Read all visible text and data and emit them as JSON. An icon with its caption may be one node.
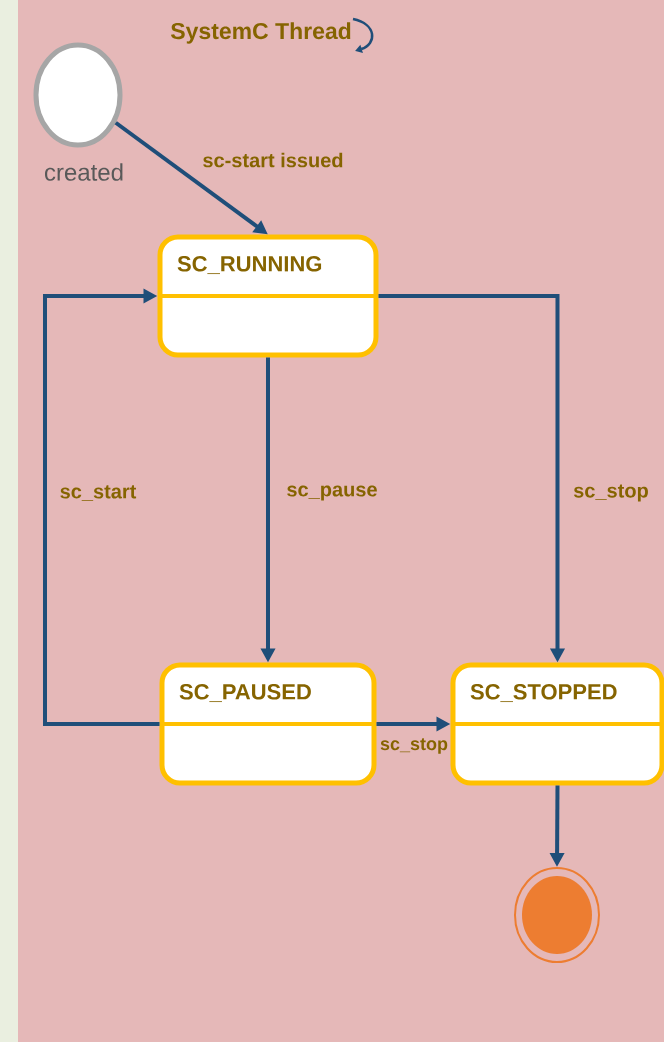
{
  "diagram": {
    "title": "SystemC Thread",
    "nodes": [
      {
        "text": [],
        "shape": "circle",
        "beside": [
          "created"
        ]
      },
      {
        "text": [
          "SC_RUNNING"
        ]
      },
      {
        "text": [
          "SC_PAUSED"
        ]
      },
      {
        "text": [
          "SC_STOPPED"
        ]
      },
      {
        "text": [],
        "shape": "circle"
      }
    ],
    "edges": [
      {
        "from": 0,
        "to": 1,
        "arrow": "to",
        "label": "sc-start issued"
      },
      {
        "from": 1,
        "to": 2,
        "arrow": "to",
        "label": "sc_pause"
      },
      {
        "from": 1,
        "to": 3,
        "arrow": "to",
        "label": "sc_stop"
      },
      {
        "from": 2,
        "to": 1,
        "arrow": "to",
        "label": "sc_start"
      },
      {
        "from": 2,
        "to": 3,
        "arrow": "to",
        "label": "sc_stop"
      },
      {
        "from": 3,
        "to": 4,
        "arrow": "to"
      }
    ]
  }
}
